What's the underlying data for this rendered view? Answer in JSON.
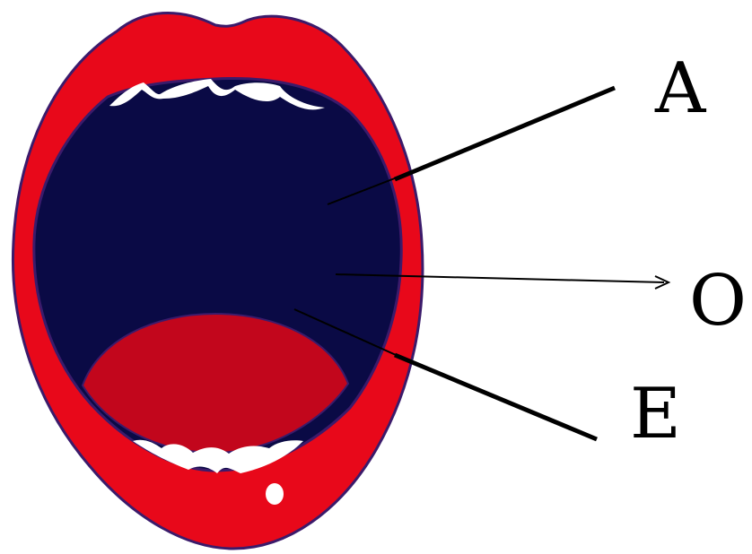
{
  "labels": {
    "a": "A",
    "o": "O",
    "e": "E"
  },
  "colors": {
    "lips": "#e8081a",
    "lip_outline": "#3b1b6b",
    "mouth_interior": "#0a0a45",
    "tongue": "#c2061c",
    "teeth": "#ffffff",
    "line": "#000000",
    "background": "#ffffff"
  }
}
